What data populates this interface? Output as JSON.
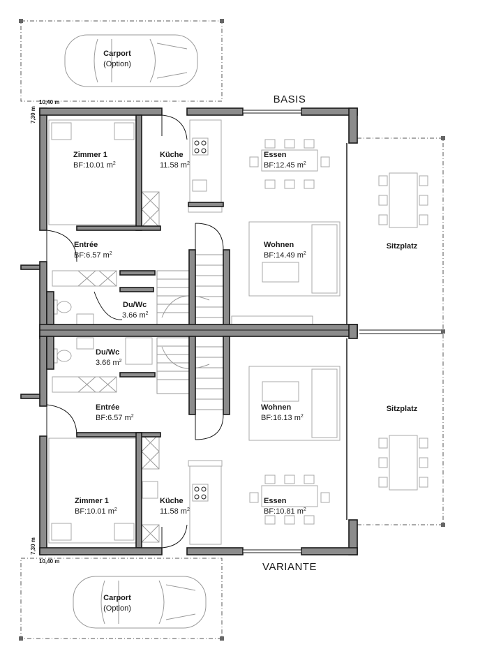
{
  "titles": {
    "top": "BASIS",
    "bottom": "VARIANTE"
  },
  "dimensions": {
    "width": "10,40 m",
    "depth": "7,30 m"
  },
  "units": {
    "m2": "m²"
  },
  "rooms_top": {
    "carport": {
      "name": "Carport",
      "note": "(Option)"
    },
    "zimmer": {
      "name": "Zimmer 1",
      "area": "BF:10.01 m"
    },
    "kueche": {
      "name": "Küche",
      "area": "11.58 m"
    },
    "essen": {
      "name": "Essen",
      "area": "BF:12.45 m"
    },
    "entree": {
      "name": "Entrée",
      "area": "BF:6.57 m"
    },
    "wohnen": {
      "name": "Wohnen",
      "area": "BF:14.49 m"
    },
    "duwc": {
      "name": "Du/Wc",
      "area": "3.66 m"
    },
    "sitzplatz": {
      "name": "Sitzplatz"
    }
  },
  "rooms_bottom": {
    "duwc": {
      "name": "Du/Wc",
      "area": "3.66 m"
    },
    "entree": {
      "name": "Entrée",
      "area": "BF:6.57 m"
    },
    "wohnen": {
      "name": "Wohnen",
      "area": "BF:16.13 m"
    },
    "sitzplatz": {
      "name": "Sitzplatz"
    },
    "zimmer": {
      "name": "Zimmer 1",
      "area": "BF:10.01 m"
    },
    "kueche": {
      "name": "Küche",
      "area": "11.58 m"
    },
    "essen": {
      "name": "Essen",
      "area": "BF:10.81 m"
    },
    "carport": {
      "name": "Carport",
      "note": "(Option)"
    }
  }
}
